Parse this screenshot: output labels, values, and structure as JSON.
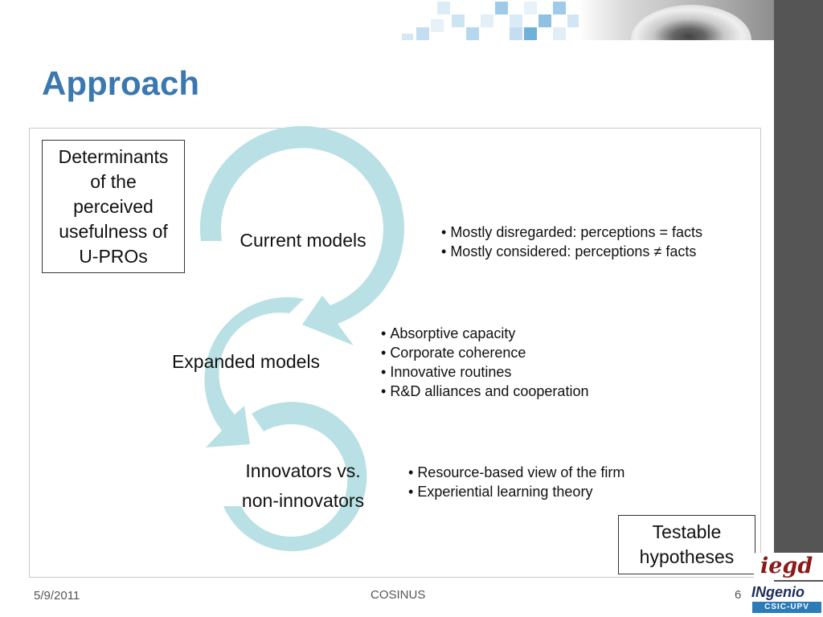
{
  "slide": {
    "title": "Approach",
    "determinants_box": [
      "Determinants",
      "of the",
      "perceived",
      "usefulness of",
      "U-PROs"
    ],
    "testable_box": [
      "Testable",
      "hypotheses"
    ]
  },
  "cycle": {
    "nodes": [
      {
        "label": "Current models"
      },
      {
        "label": "Expanded models"
      },
      {
        "label_lines": [
          "Innovators vs.",
          "non-innovators"
        ]
      }
    ],
    "color": "#b9e0e4"
  },
  "bullets": {
    "current": [
      "Mostly disregarded: perceptions = facts",
      "Mostly considered: perceptions ≠ facts"
    ],
    "expanded": [
      "Absorptive capacity",
      "Corporate coherence",
      "Innovative routines",
      "R&D alliances and cooperation"
    ],
    "innovators": [
      "Resource-based view of the firm",
      "Experiential learning theory"
    ]
  },
  "footer": {
    "date": "5/9/2011",
    "center": "COSINUS",
    "page": "6"
  },
  "logos": {
    "iegd": "iegd",
    "ingenio_top": "INgenio",
    "ingenio_bottom": "CSIC-UPV"
  },
  "colors": {
    "title": "#3b78b0",
    "sidebar": "#555555",
    "arrow": "#b9e0e4"
  }
}
